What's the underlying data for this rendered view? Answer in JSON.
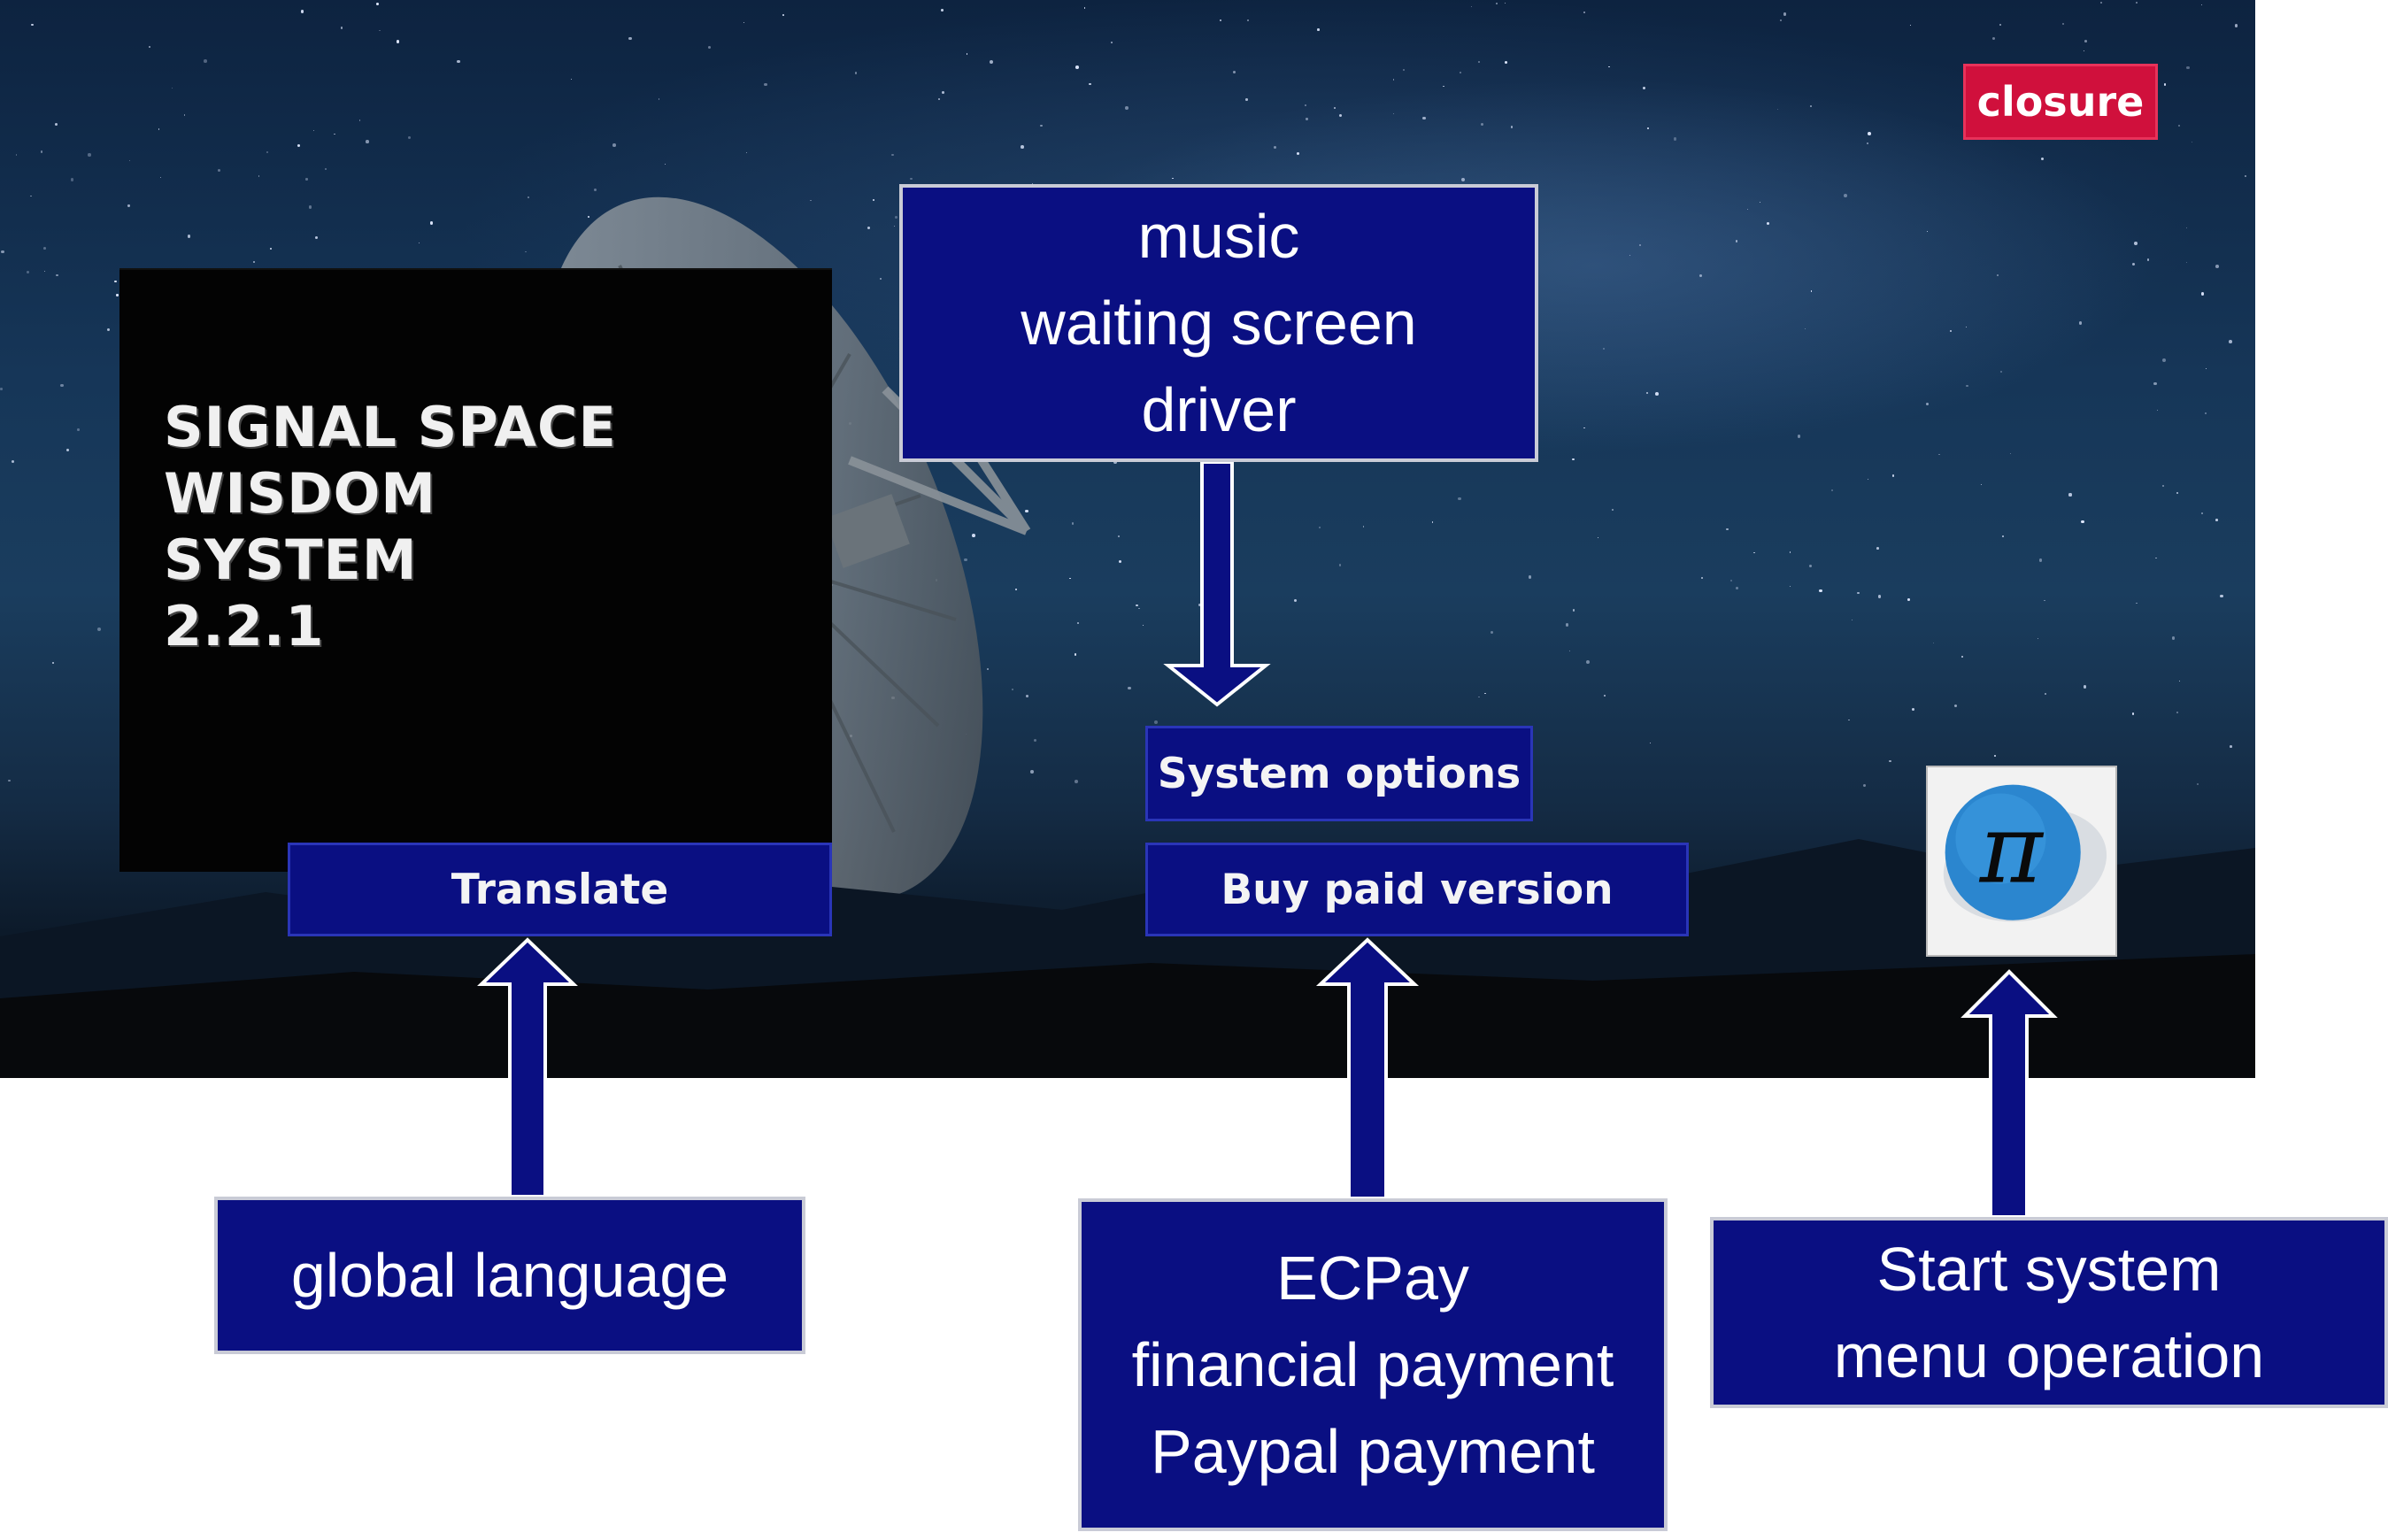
{
  "app": {
    "title_lines": [
      "SIGNAL SPACE",
      "WISDOM",
      "SYSTEM",
      "2.2.1"
    ]
  },
  "buttons": {
    "closure": "closure",
    "translate": "Translate",
    "system_options": "System options",
    "buy_paid": "Buy paid version"
  },
  "icons": {
    "start_menu": "pi-icon",
    "pi_glyph": "π"
  },
  "callouts": {
    "music": [
      "music",
      "waiting screen",
      "driver"
    ],
    "language": [
      "global language"
    ],
    "payment": [
      "ECPay",
      "financial payment",
      "Paypal payment"
    ],
    "start": [
      "Start system",
      "menu operation"
    ]
  },
  "colors": {
    "button_blue": "#0a0f82",
    "closure_red": "#d0103c",
    "arrow_blue": "#0a0f82"
  }
}
